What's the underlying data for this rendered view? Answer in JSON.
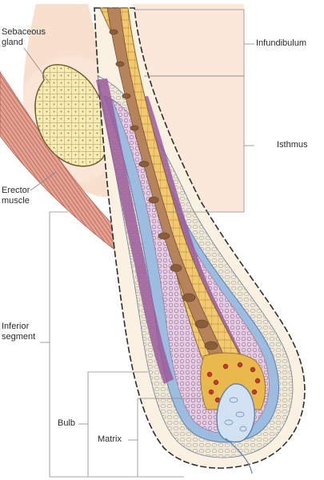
{
  "labels": {
    "sebaceous_line1": "Sebaceous",
    "sebaceous_line2": "gland",
    "erector_line1": "Erector",
    "erector_line2": "muscle",
    "inferior_line1": "Inferior",
    "inferior_line2": "segment",
    "bulb": "Bulb",
    "matrix": "Matrix",
    "infundibulum": "Infundibulum",
    "isthmus": "Isthmus"
  },
  "colors": {
    "skin": "#f8dcc8",
    "sebaceous_cells": "#f7ecb5",
    "muscle": "#d98a7c",
    "outer_sheath": "#f2e6cf",
    "blue_layer": "#8fb3d9",
    "inner_sheath": "#e9cfe4",
    "purple_layer": "#9a5b9b",
    "cortex": "#f0c56a",
    "medulla": "#a9764a",
    "matrix_red": "#c0392b",
    "papilla": "#cfe0f2"
  },
  "icons": [
    "hair-follicle-illustration"
  ]
}
